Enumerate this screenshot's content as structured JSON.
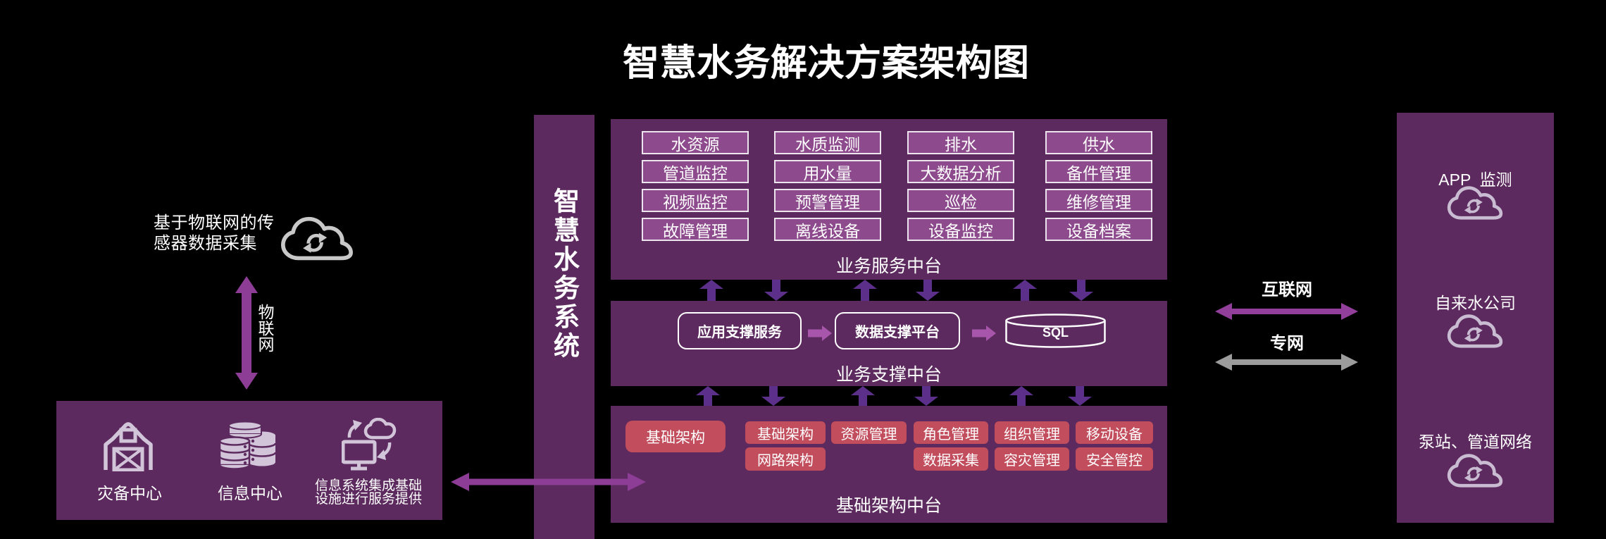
{
  "title": "智慧水务解决方案架构图",
  "left": {
    "sensor_caption_line1": "基于物联网的传",
    "sensor_caption_line2": "感器数据采集",
    "iot_arrow_label": "物联网",
    "datacenter_box": {
      "item1_label": "灾备中心",
      "item2_label": "信息中心",
      "item3_label_line1": "信息系统集成基础",
      "item3_label_line2": "设施进行服务提供"
    }
  },
  "system_bar": {
    "label": "智慧水务系统"
  },
  "panels": {
    "services": {
      "label": "业务服务中台",
      "buttons": [
        "水资源",
        "水质监测",
        "排水",
        "供水",
        "管道监控",
        "用水量",
        "大数据分析",
        "备件管理",
        "视频监控",
        "预警管理",
        "巡检",
        "维修管理",
        "故障管理",
        "离线设备",
        "设备监控",
        "设备档案"
      ]
    },
    "support": {
      "label": "业务支撑中台",
      "app_service": "应用支撑服务",
      "data_platform": "数据支撑平台",
      "database": "SQL"
    },
    "infrastructure": {
      "label": "基础架构中台",
      "main_button": "基础架构",
      "row1": [
        "基础架构",
        "资源管理",
        "角色管理",
        "组织管理",
        "移动设备"
      ],
      "row2": [
        "网路架构",
        "数据采集",
        "容灾管理",
        "安全管控"
      ]
    }
  },
  "network": {
    "internet_label": "互联网",
    "private_label": "专网"
  },
  "right_panel": {
    "item1_label": "APP  监测",
    "item2_label": "自来水公司",
    "item3_label": "泵站、管道网络"
  },
  "colors": {
    "panel": "#5C2A5E",
    "button_purple": "#8D4A8D",
    "button_red": "#C14D5D",
    "arrow_violet": "#5C2F8B",
    "arrow_magenta": "#8E3D96",
    "arrow_gray": "#9C9C9C"
  }
}
